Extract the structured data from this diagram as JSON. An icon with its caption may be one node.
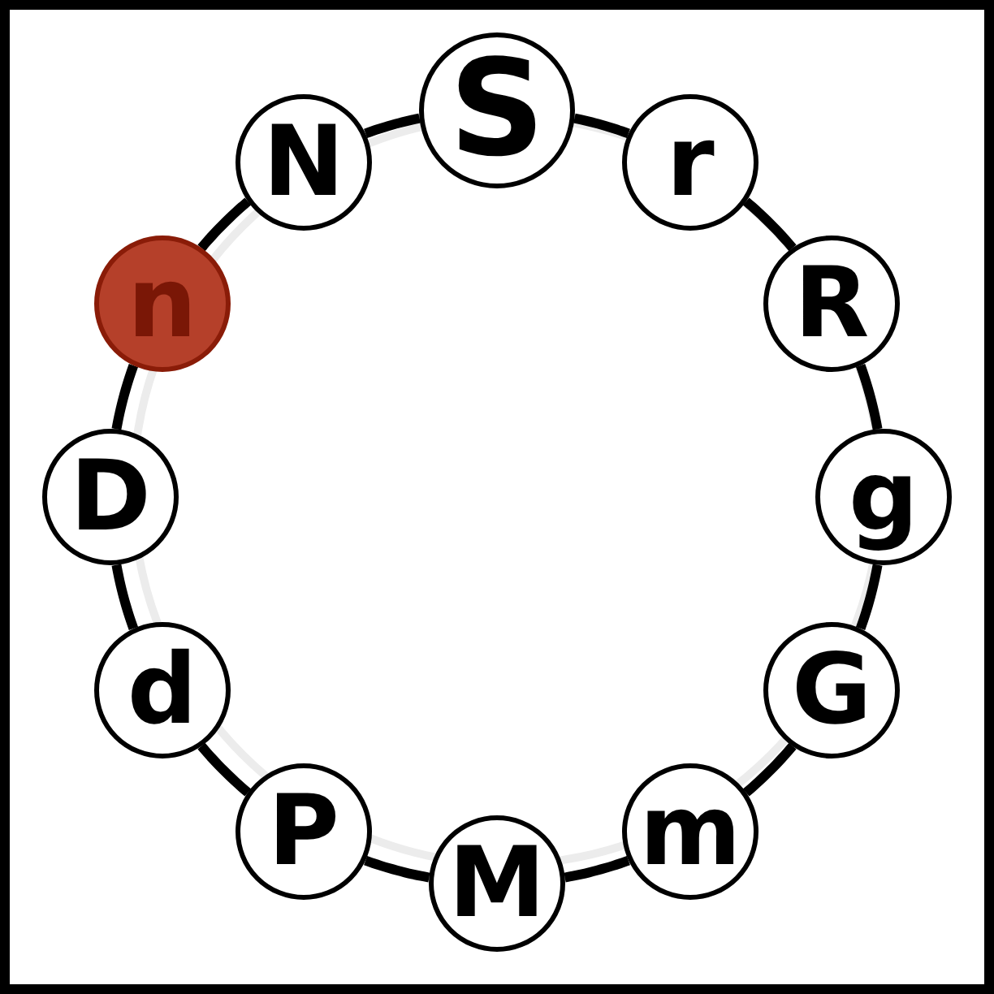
{
  "diagram": {
    "nodes": [
      {
        "text": [
          "S"
        ]
      },
      {
        "text": [
          "r"
        ]
      },
      {
        "text": [
          "R"
        ]
      },
      {
        "text": [
          "g"
        ]
      },
      {
        "text": [
          "G"
        ]
      },
      {
        "text": [
          "m"
        ]
      },
      {
        "text": [
          "M"
        ]
      },
      {
        "text": [
          "P"
        ]
      },
      {
        "text": [
          "d"
        ]
      },
      {
        "text": [
          "D"
        ]
      },
      {
        "text": [
          "n"
        ]
      },
      {
        "text": [
          "N"
        ]
      }
    ],
    "edges": [
      {
        "from": 0,
        "to": 1,
        "arrow": "none"
      },
      {
        "from": 1,
        "to": 2,
        "arrow": "none"
      },
      {
        "from": 2,
        "to": 3,
        "arrow": "none"
      },
      {
        "from": 3,
        "to": 4,
        "arrow": "none"
      },
      {
        "from": 4,
        "to": 5,
        "arrow": "none"
      },
      {
        "from": 5,
        "to": 6,
        "arrow": "none"
      },
      {
        "from": 6,
        "to": 7,
        "arrow": "none"
      },
      {
        "from": 7,
        "to": 8,
        "arrow": "none"
      },
      {
        "from": 8,
        "to": 9,
        "arrow": "none"
      },
      {
        "from": 9,
        "to": 10,
        "arrow": "none"
      },
      {
        "from": 10,
        "to": 11,
        "arrow": "none"
      },
      {
        "from": 11,
        "to": 0,
        "arrow": "none"
      }
    ]
  }
}
